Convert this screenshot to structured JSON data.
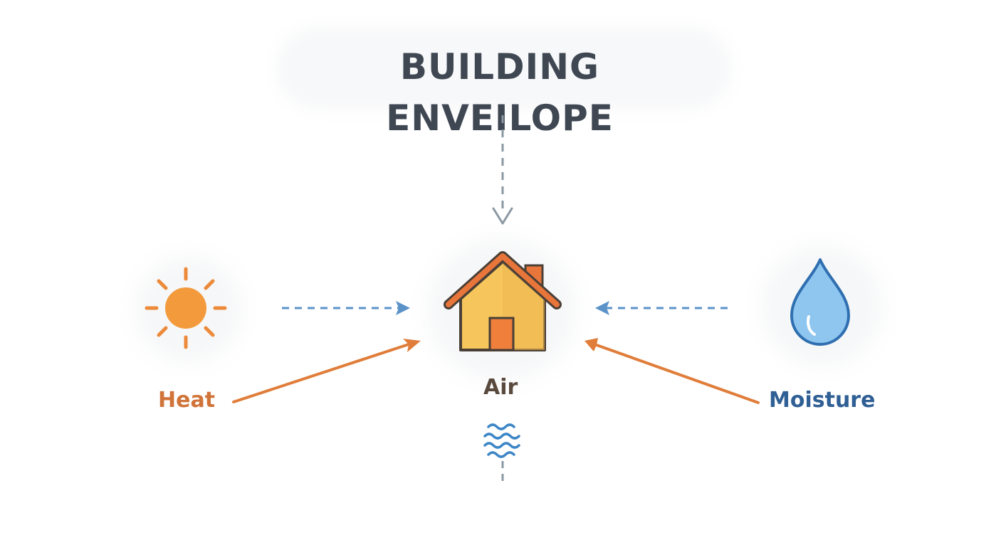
{
  "title": "BUILDING ENVEILOPE",
  "nodes": {
    "heat": {
      "label": "Heat",
      "icon": "sun-icon",
      "color": "#f0923a"
    },
    "air": {
      "label": "Air",
      "icon": "house-icon",
      "color": "#f6c65c"
    },
    "moisture": {
      "label": "Moisture",
      "icon": "water-drop-icon",
      "color": "#5b9fe0"
    }
  },
  "colors": {
    "title": "#3f4753",
    "heat_text": "#d0743a",
    "air_text": "#5a4a3e",
    "moisture_text": "#2f5f94",
    "heat_arrow": "#e07d3a",
    "blue_arrow": "#5b93c9",
    "gray_arrow": "#8a98a3"
  }
}
